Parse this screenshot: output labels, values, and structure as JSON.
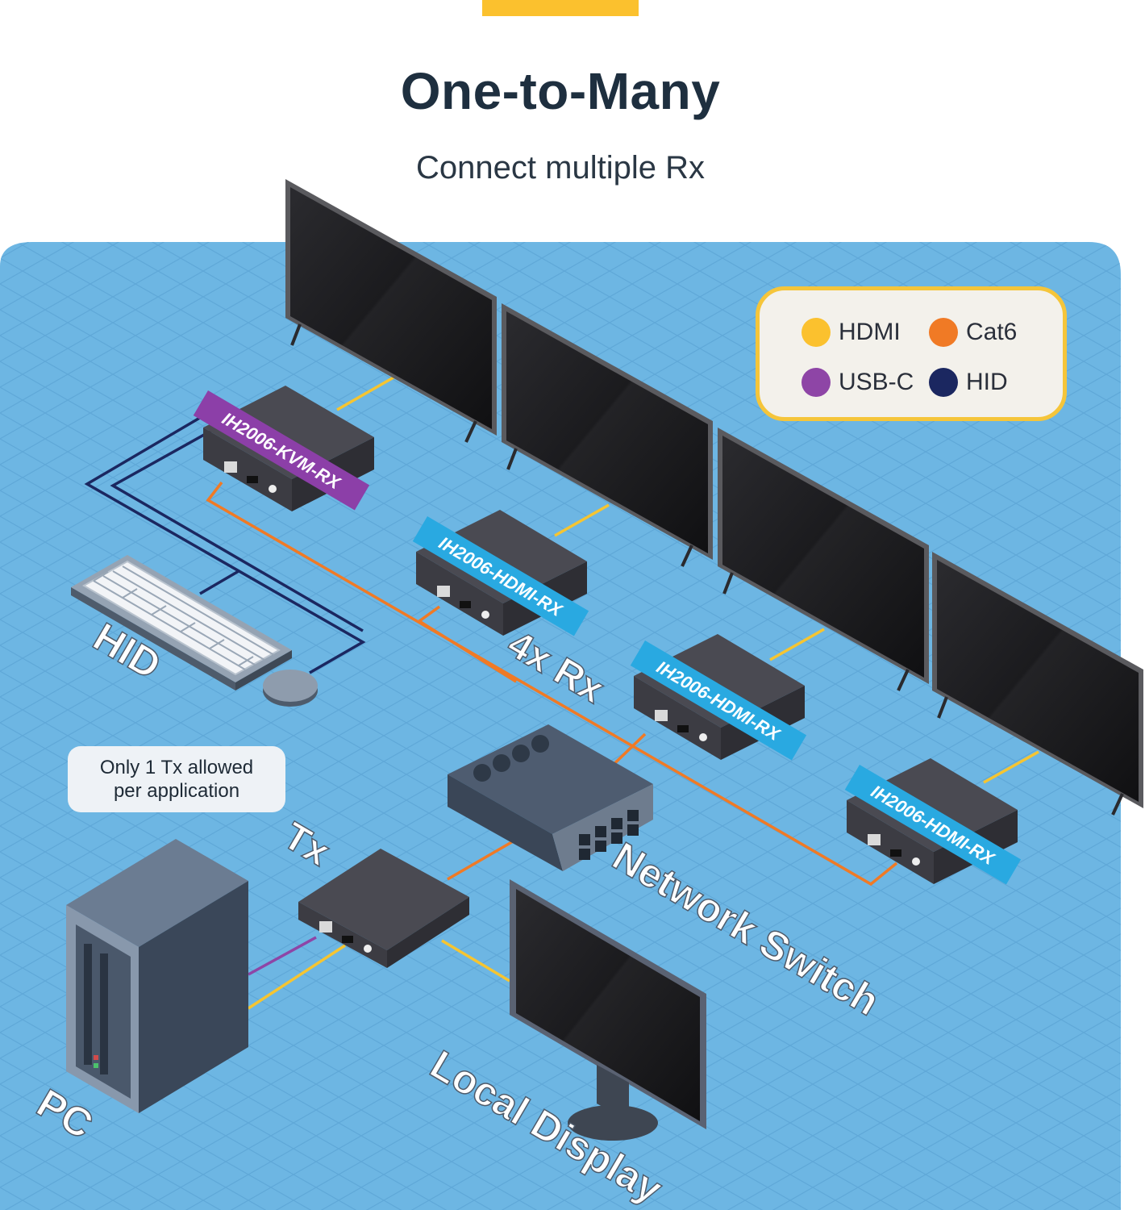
{
  "header": {
    "title": "One-to-Many",
    "subtitle": "Connect multiple Rx"
  },
  "legend": {
    "items": [
      {
        "label": "HDMI",
        "color": "#FBC12E"
      },
      {
        "label": "Cat6",
        "color": "#F07A25"
      },
      {
        "label": "USB-C",
        "color": "#8E45A6"
      },
      {
        "label": "HID",
        "color": "#1B2760"
      }
    ]
  },
  "devices": {
    "kvm_rx_label": "IH2006-KVM-RX",
    "hdmi_rx_label": "IH2006-HDMI-RX",
    "hid_label": "HID",
    "rx_group_label": "4x Rx",
    "tx_label": "Tx",
    "network_switch_label": "Network Switch",
    "pc_label": "PC",
    "local_display_label": "Local Display"
  },
  "note": {
    "line1": "Only 1 Tx allowed",
    "line2": "per application"
  },
  "colors": {
    "background_blue": "#6DB6E3",
    "grid_line": "#5FA7D6",
    "kvm_tag": "#8C3FA8",
    "hdmi_tag": "#29A9E1",
    "device_body": "#3E3E46",
    "accent": "#FBC12E"
  }
}
